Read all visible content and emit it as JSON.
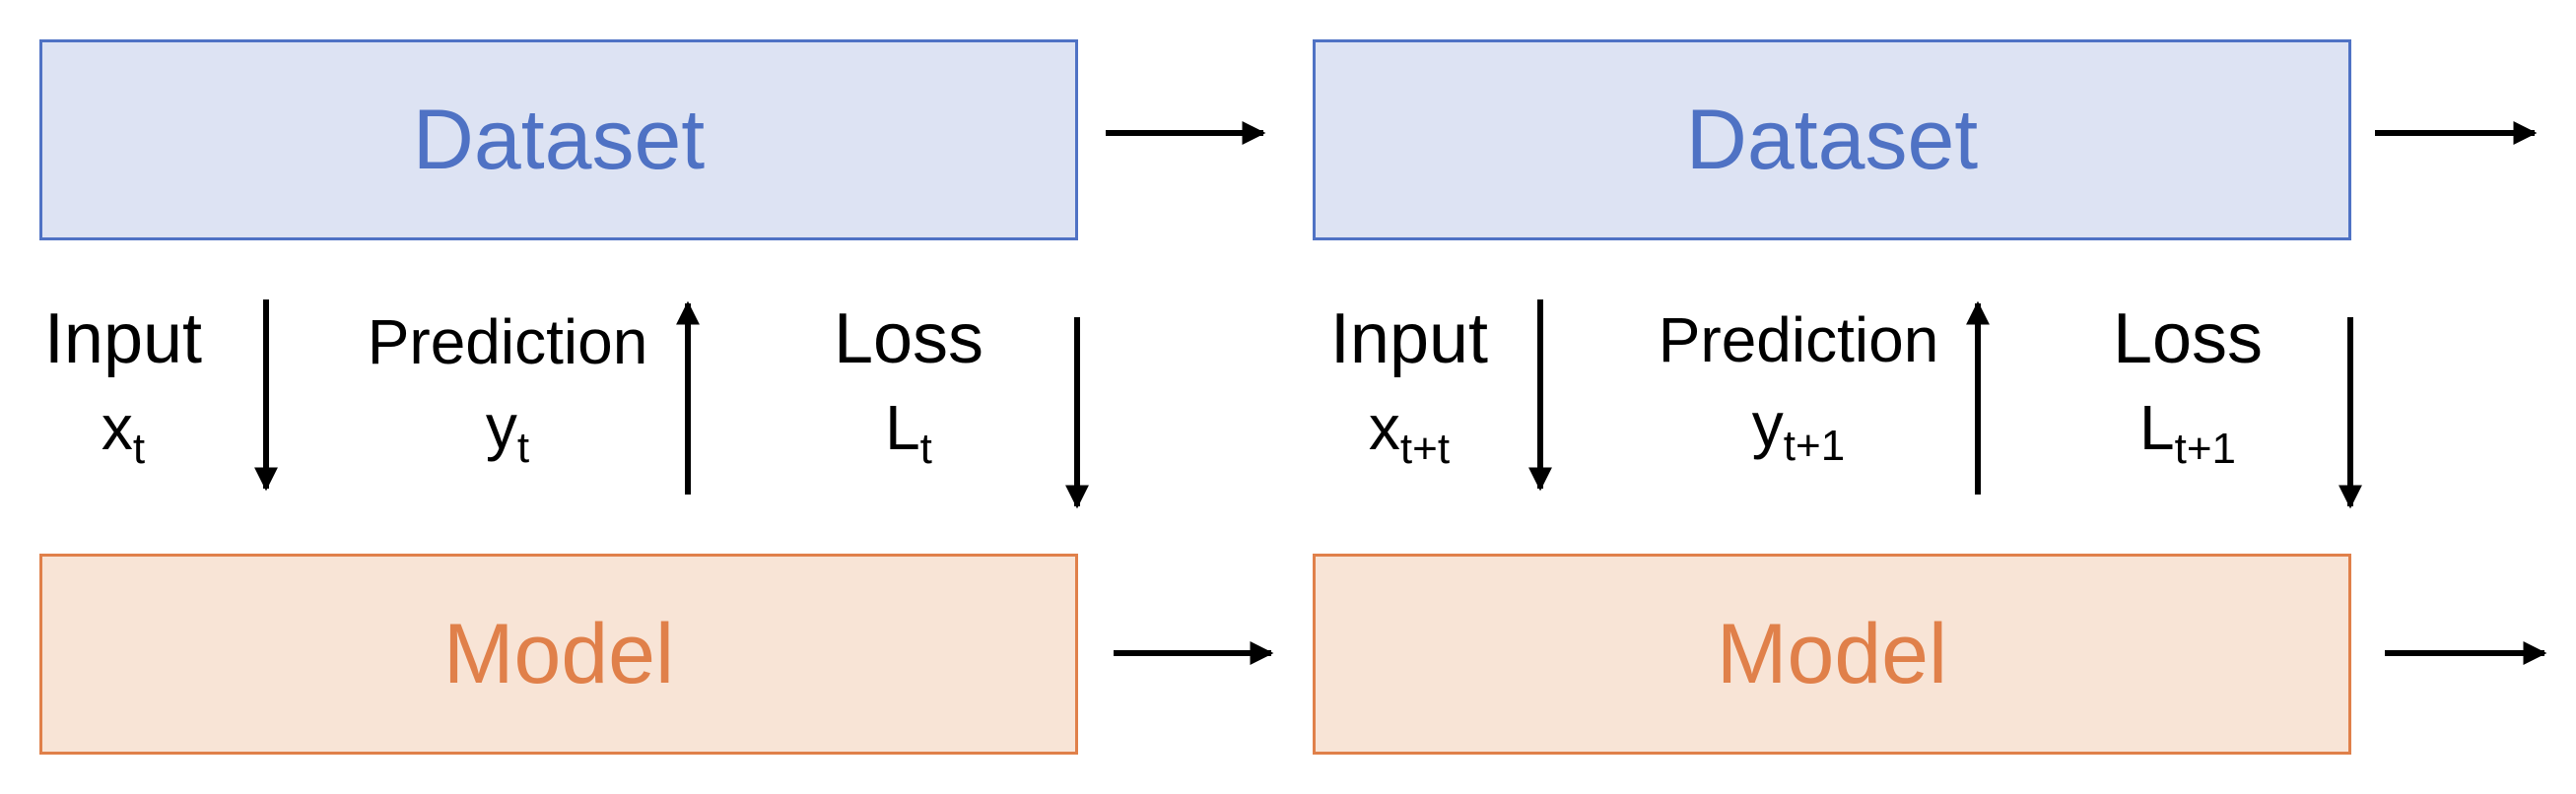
{
  "steps": [
    {
      "dataset_label": "Dataset",
      "model_label": "Model",
      "input": {
        "word": "Input",
        "var": "x",
        "sub": "t"
      },
      "prediction": {
        "word": "Prediction",
        "var": "y",
        "sub": "t"
      },
      "loss": {
        "word": "Loss",
        "var": "L",
        "sub": "t"
      }
    },
    {
      "dataset_label": "Dataset",
      "model_label": "Model",
      "input": {
        "word": "Input",
        "var": "x",
        "sub": "t+t"
      },
      "prediction": {
        "word": "Prediction",
        "var": "y",
        "sub": "t+1"
      },
      "loss": {
        "word": "Loss",
        "var": "L",
        "sub": "t+1"
      }
    }
  ],
  "colors": {
    "dataset_fill": "#dde3f3",
    "dataset_border": "#4f72c4",
    "model_fill": "#f8e4d6",
    "model_border": "#e0804a",
    "arrow": "#000000"
  }
}
